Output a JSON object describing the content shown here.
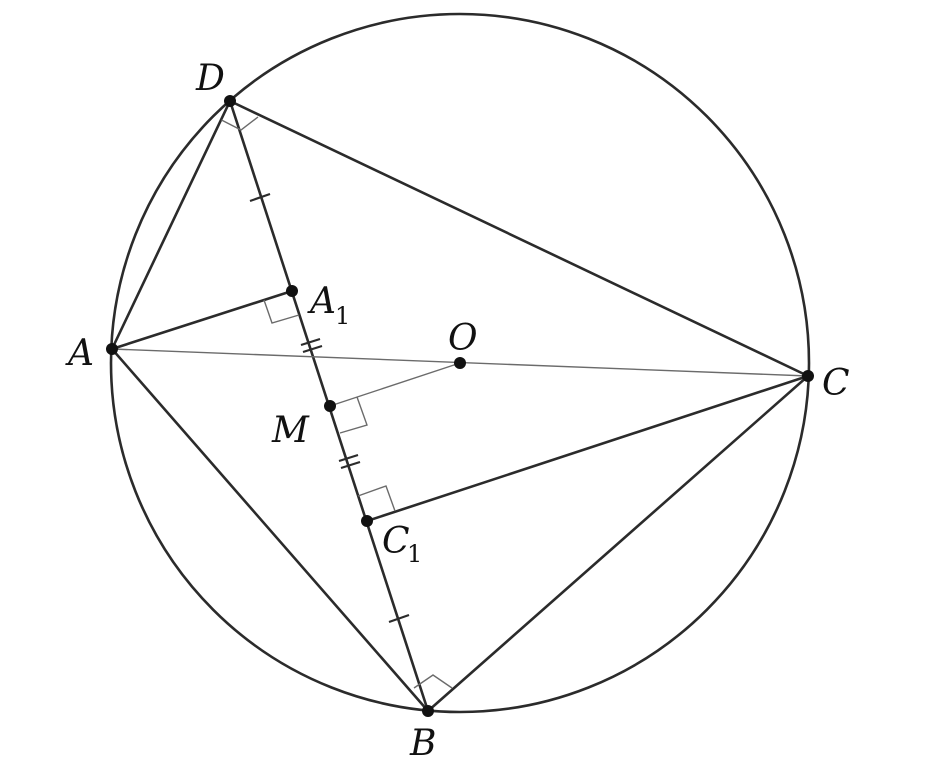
{
  "points": {
    "A": {
      "label": "A",
      "sub": ""
    },
    "B": {
      "label": "B",
      "sub": ""
    },
    "C": {
      "label": "C",
      "sub": ""
    },
    "D": {
      "label": "D",
      "sub": ""
    },
    "O": {
      "label": "O",
      "sub": ""
    },
    "M": {
      "label": "M",
      "sub": ""
    },
    "A1": {
      "label": "A",
      "sub": "1"
    },
    "C1": {
      "label": "C",
      "sub": "1"
    }
  },
  "colors": {
    "ink": "#2b2b2b",
    "thin": "#6b6b6b",
    "background": "#ffffff"
  }
}
